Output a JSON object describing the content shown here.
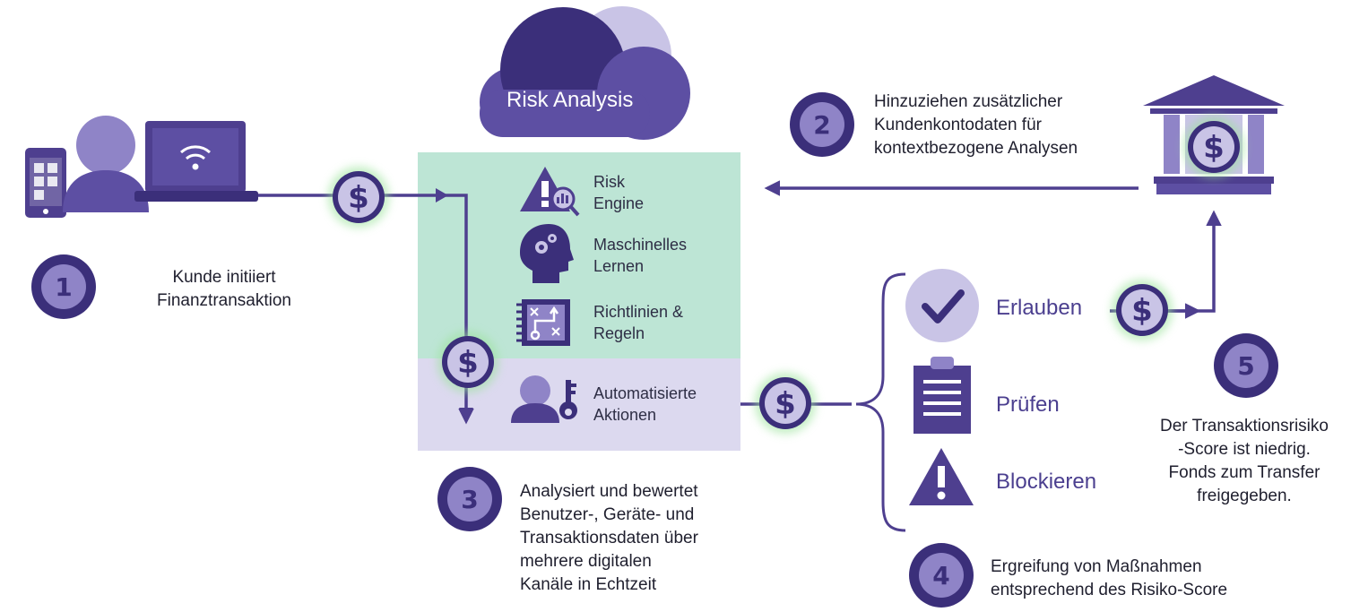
{
  "cloud": {
    "title": "Risk Analysis"
  },
  "engine_items": [
    {
      "label": "Risk\nEngine",
      "icon": "risk-warning-icon"
    },
    {
      "label": "Maschinelles\nLernen",
      "icon": "machine-learning-head-icon"
    },
    {
      "label": "Richtlinien &\nRegeln",
      "icon": "policy-rules-icon"
    },
    {
      "label": "Automatisierte\nAktionen",
      "icon": "user-key-icon"
    }
  ],
  "steps": [
    {
      "number": "1",
      "text": "Kunde initiiert\nFinanztransaktion"
    },
    {
      "number": "2",
      "text": "Hinzuziehen zusätzlicher\nKundenkontodaten für\nkontextbezogene Analysen"
    },
    {
      "number": "3",
      "text": "Analysiert und bewertet\nBenutzer-, Geräte- und\nTransaktionsdaten über\nmehrere digitalen\nKanäle in Echtzeit"
    },
    {
      "number": "4",
      "text": "Ergreifung von Maßnahmen\nentsprechend des Risiko-Score"
    },
    {
      "number": "5",
      "text": "Der Transaktionsrisiko\n-Score ist niedrig.\nFonds zum Transfer\nfreigegeben."
    }
  ],
  "actions": [
    {
      "label": "Erlauben",
      "icon": "checkmark-icon"
    },
    {
      "label": "Prüfen",
      "icon": "clipboard-icon"
    },
    {
      "label": "Blockieren",
      "icon": "warning-triangle-icon"
    }
  ],
  "money_symbol": "$",
  "colors": {
    "primary": "#4e3f8f",
    "dark": "#3b2f7a",
    "light": "#c9c4e6",
    "engine_green": "#bde5d5",
    "engine_lavender": "#dcd9ef",
    "glow": "#9be39b"
  }
}
